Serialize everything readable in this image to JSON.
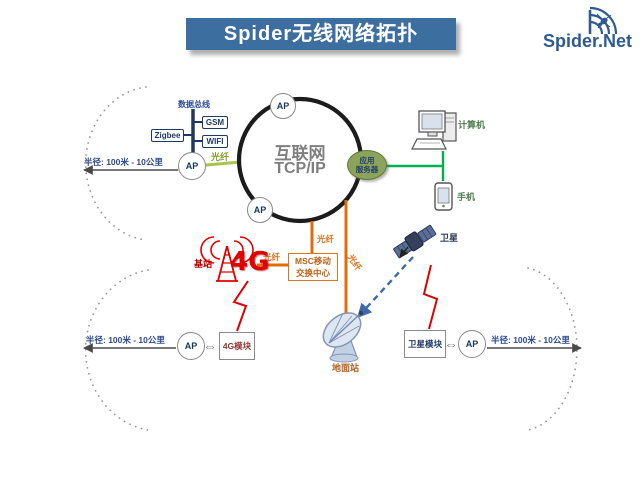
{
  "header": {
    "title": "Spider无线网络拓扑",
    "logo_text": "Spider.Net"
  },
  "nodes": {
    "internet": {
      "line1": "互联网",
      "line2": "TCP/IP"
    },
    "app_server": {
      "line1": "应用",
      "line2": "服务器"
    },
    "msc": {
      "line1": "MSC移动",
      "line2": "交换中心"
    },
    "bus": {
      "label": "数据总线",
      "members": [
        "GSM",
        "Zigbee",
        "WIFI"
      ]
    },
    "base_station": {
      "label": "基站",
      "tech": "4G"
    },
    "modules": {
      "fourg": "4G模块",
      "satellite": "卫星模块"
    },
    "devices": {
      "computer": "计算机",
      "phone": "手机"
    },
    "satellite": "卫星",
    "ground_station": "地面站"
  },
  "labels": {
    "ap": "AP",
    "fiber": "光纤",
    "radius": "半径: 100米 - 10公里",
    "double_arrow": "⇔"
  },
  "colors": {
    "banner_blue": "#3C6E9F",
    "logo_blue": "#2E5B8F",
    "bus_navy": "#1F3864",
    "fiber_orange": "#E36C09",
    "link_green": "#00B050",
    "fiber_lightgreen": "#A9C24F",
    "server_green": "#8CA35B",
    "wireless_red": "#E00000",
    "radius_text_blue": "#2B4A8C"
  }
}
